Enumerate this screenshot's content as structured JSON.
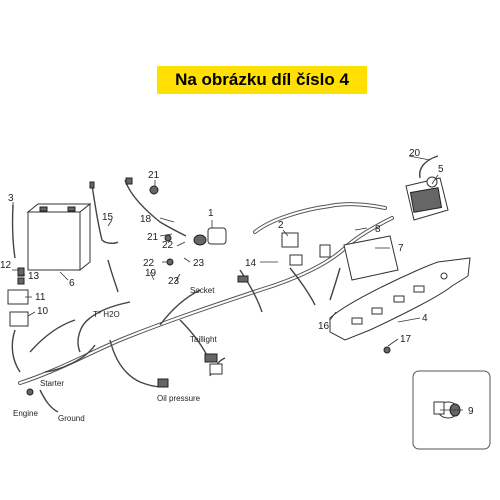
{
  "banner": {
    "text": "Na obrázku díl číslo 4",
    "color": "#ffe000"
  },
  "callouts": [
    "1",
    "2",
    "3",
    "4",
    "5",
    "6",
    "7",
    "8",
    "9",
    "10",
    "11",
    "12",
    "13",
    "14",
    "15",
    "16",
    "17",
    "18",
    "19",
    "20",
    "21",
    "21",
    "22",
    "22",
    "23",
    "23"
  ],
  "labels": {
    "socket": "Socket",
    "t_h2o": "T° H2O",
    "taillight": "Taillight",
    "starter": "Starter",
    "engine": "Engine",
    "ground": "Ground",
    "oil_pressure": "Oil pressure"
  }
}
